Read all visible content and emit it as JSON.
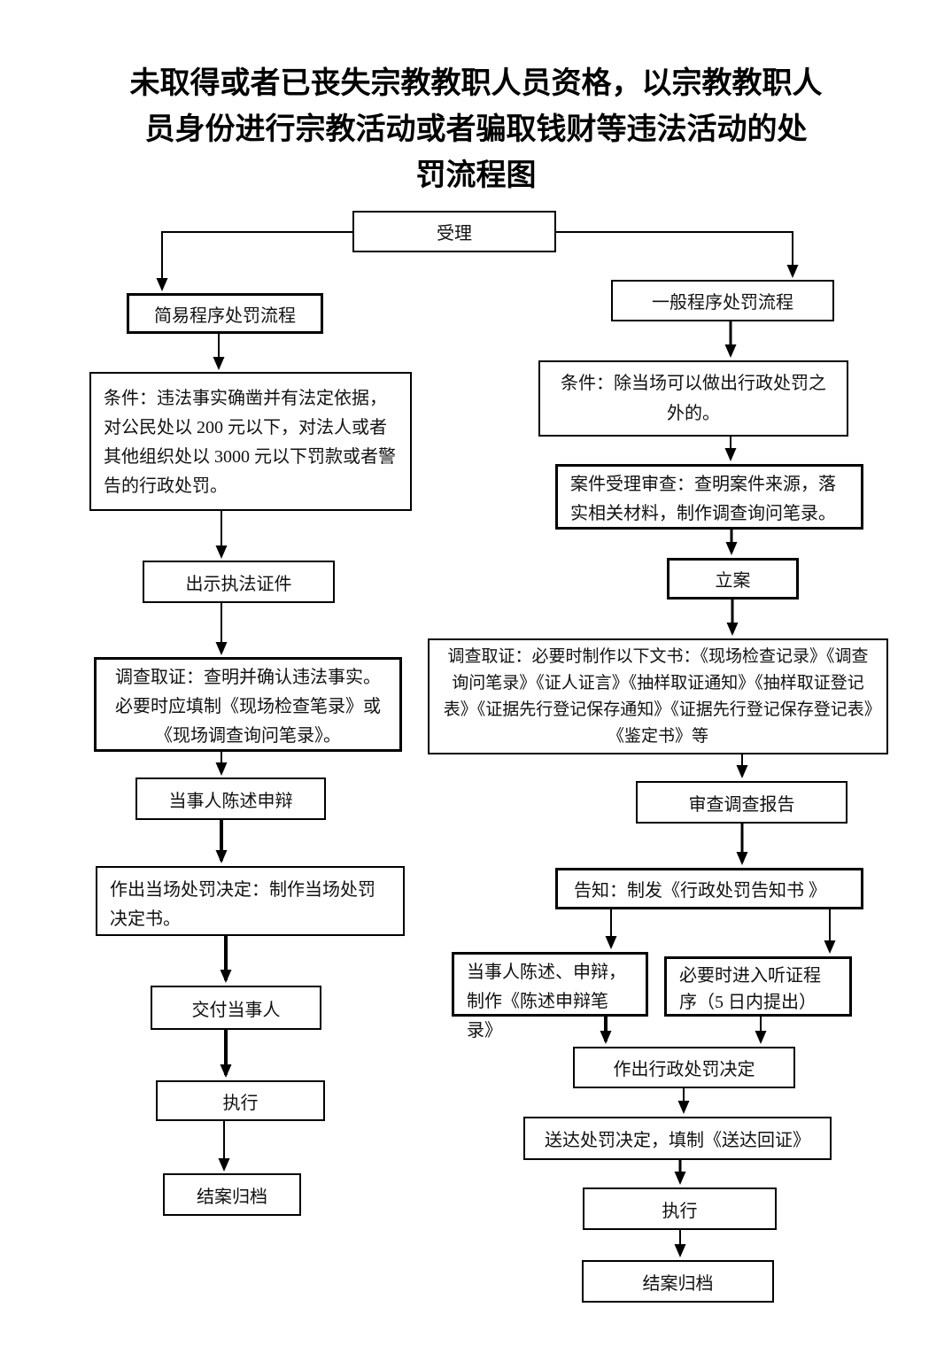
{
  "title": "未取得或者已丧失宗教教职人员资格，以宗教教职人\n员身份进行宗教活动或者骗取钱财等违法活动的处\n罚流程图",
  "colors": {
    "ink": "#000000",
    "background": "#ffffff"
  },
  "flowchart": {
    "nodes": {
      "accept": {
        "label": "受理"
      },
      "simple_flow": {
        "label": "简易程序处罚流程"
      },
      "general_flow": {
        "label": "一般程序处罚流程"
      },
      "simple_condition": {
        "label": "条件：违法事实确凿并有法定依据，对公民处以 200 元以下，对法人或者其他组织处以 3000 元以下罚款或者警告的行政处罚。"
      },
      "show_credentials": {
        "label": "出示执法证件"
      },
      "simple_investigate": {
        "label": "调查取证：查明并确认违法事实。必要时应填制《现场检查笔录》或《现场调查询问笔录》。"
      },
      "simple_statement": {
        "label": "当事人陈述申辩"
      },
      "onsite_decision": {
        "label": "作出当场处罚决定：制作当场处罚决定书。"
      },
      "deliver": {
        "label": "交付当事人"
      },
      "simple_execute": {
        "label": "执行"
      },
      "simple_archive": {
        "label": "结案归档"
      },
      "general_condition": {
        "label": "条件：除当场可以做出行政处罚之外的。"
      },
      "case_review": {
        "label": "案件受理审查：查明案件来源，落实相关材料，制作调查询问笔录。"
      },
      "file_case": {
        "label": "立案"
      },
      "general_investigate": {
        "label": "调查取证：必要时制作以下文书：《现场检查记录》《调查询问笔录》《证人证言》《抽样取证通知》《抽样取证登记表》《证据先行登记保存通知》《证据先行登记保存登记表》《鉴定书》等"
      },
      "review_report": {
        "label": "审查调查报告"
      },
      "notify": {
        "label": "告知：制发《行政处罚告知书 》"
      },
      "statement_defense": {
        "label": "当事人陈述、申辩，制作《陈述申辩笔录》"
      },
      "hearing": {
        "label": "必要时进入听证程序（5 日内提出）"
      },
      "admin_decision": {
        "label": "作出行政处罚决定"
      },
      "serve_decision": {
        "label": "送达处罚决定，填制《送达回证》"
      },
      "general_execute": {
        "label": "执行"
      },
      "general_archive": {
        "label": "结案归档"
      }
    }
  }
}
